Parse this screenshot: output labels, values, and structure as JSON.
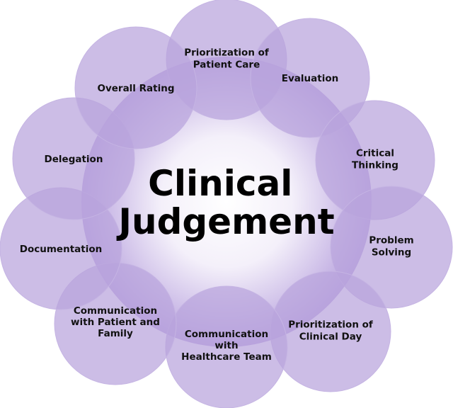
{
  "center": {
    "lines": [
      "Clinical",
      "Judgement"
    ]
  },
  "colors": {
    "circle_fill": "#b9a3dc",
    "circle_stroke": "#c5b4e3",
    "center_inner": "#ffffff",
    "center_outer": "#b8a2de",
    "text": "#111111"
  },
  "nodes": [
    {
      "id": "prioritization-of-patient-care",
      "lines": [
        "Prioritization of",
        "Patient Care"
      ]
    },
    {
      "id": "evaluation",
      "lines": [
        "Evaluation"
      ]
    },
    {
      "id": "critical-thinking",
      "lines": [
        "Critical",
        "Thinking"
      ]
    },
    {
      "id": "problem-solving",
      "lines": [
        "Problem",
        "Solving"
      ]
    },
    {
      "id": "prioritization-of-clinical-day",
      "lines": [
        "Prioritization of",
        "Clinical Day"
      ]
    },
    {
      "id": "communication-with-healthcare-team",
      "lines": [
        "Communication",
        "with",
        "Healthcare Team"
      ]
    },
    {
      "id": "communication-with-patient-and-family",
      "lines": [
        "Communication",
        "with Patient and",
        "Family"
      ]
    },
    {
      "id": "documentation",
      "lines": [
        "Documentation"
      ]
    },
    {
      "id": "delegation",
      "lines": [
        "Delegation"
      ]
    },
    {
      "id": "overall-rating",
      "lines": [
        "Overall Rating"
      ]
    }
  ]
}
